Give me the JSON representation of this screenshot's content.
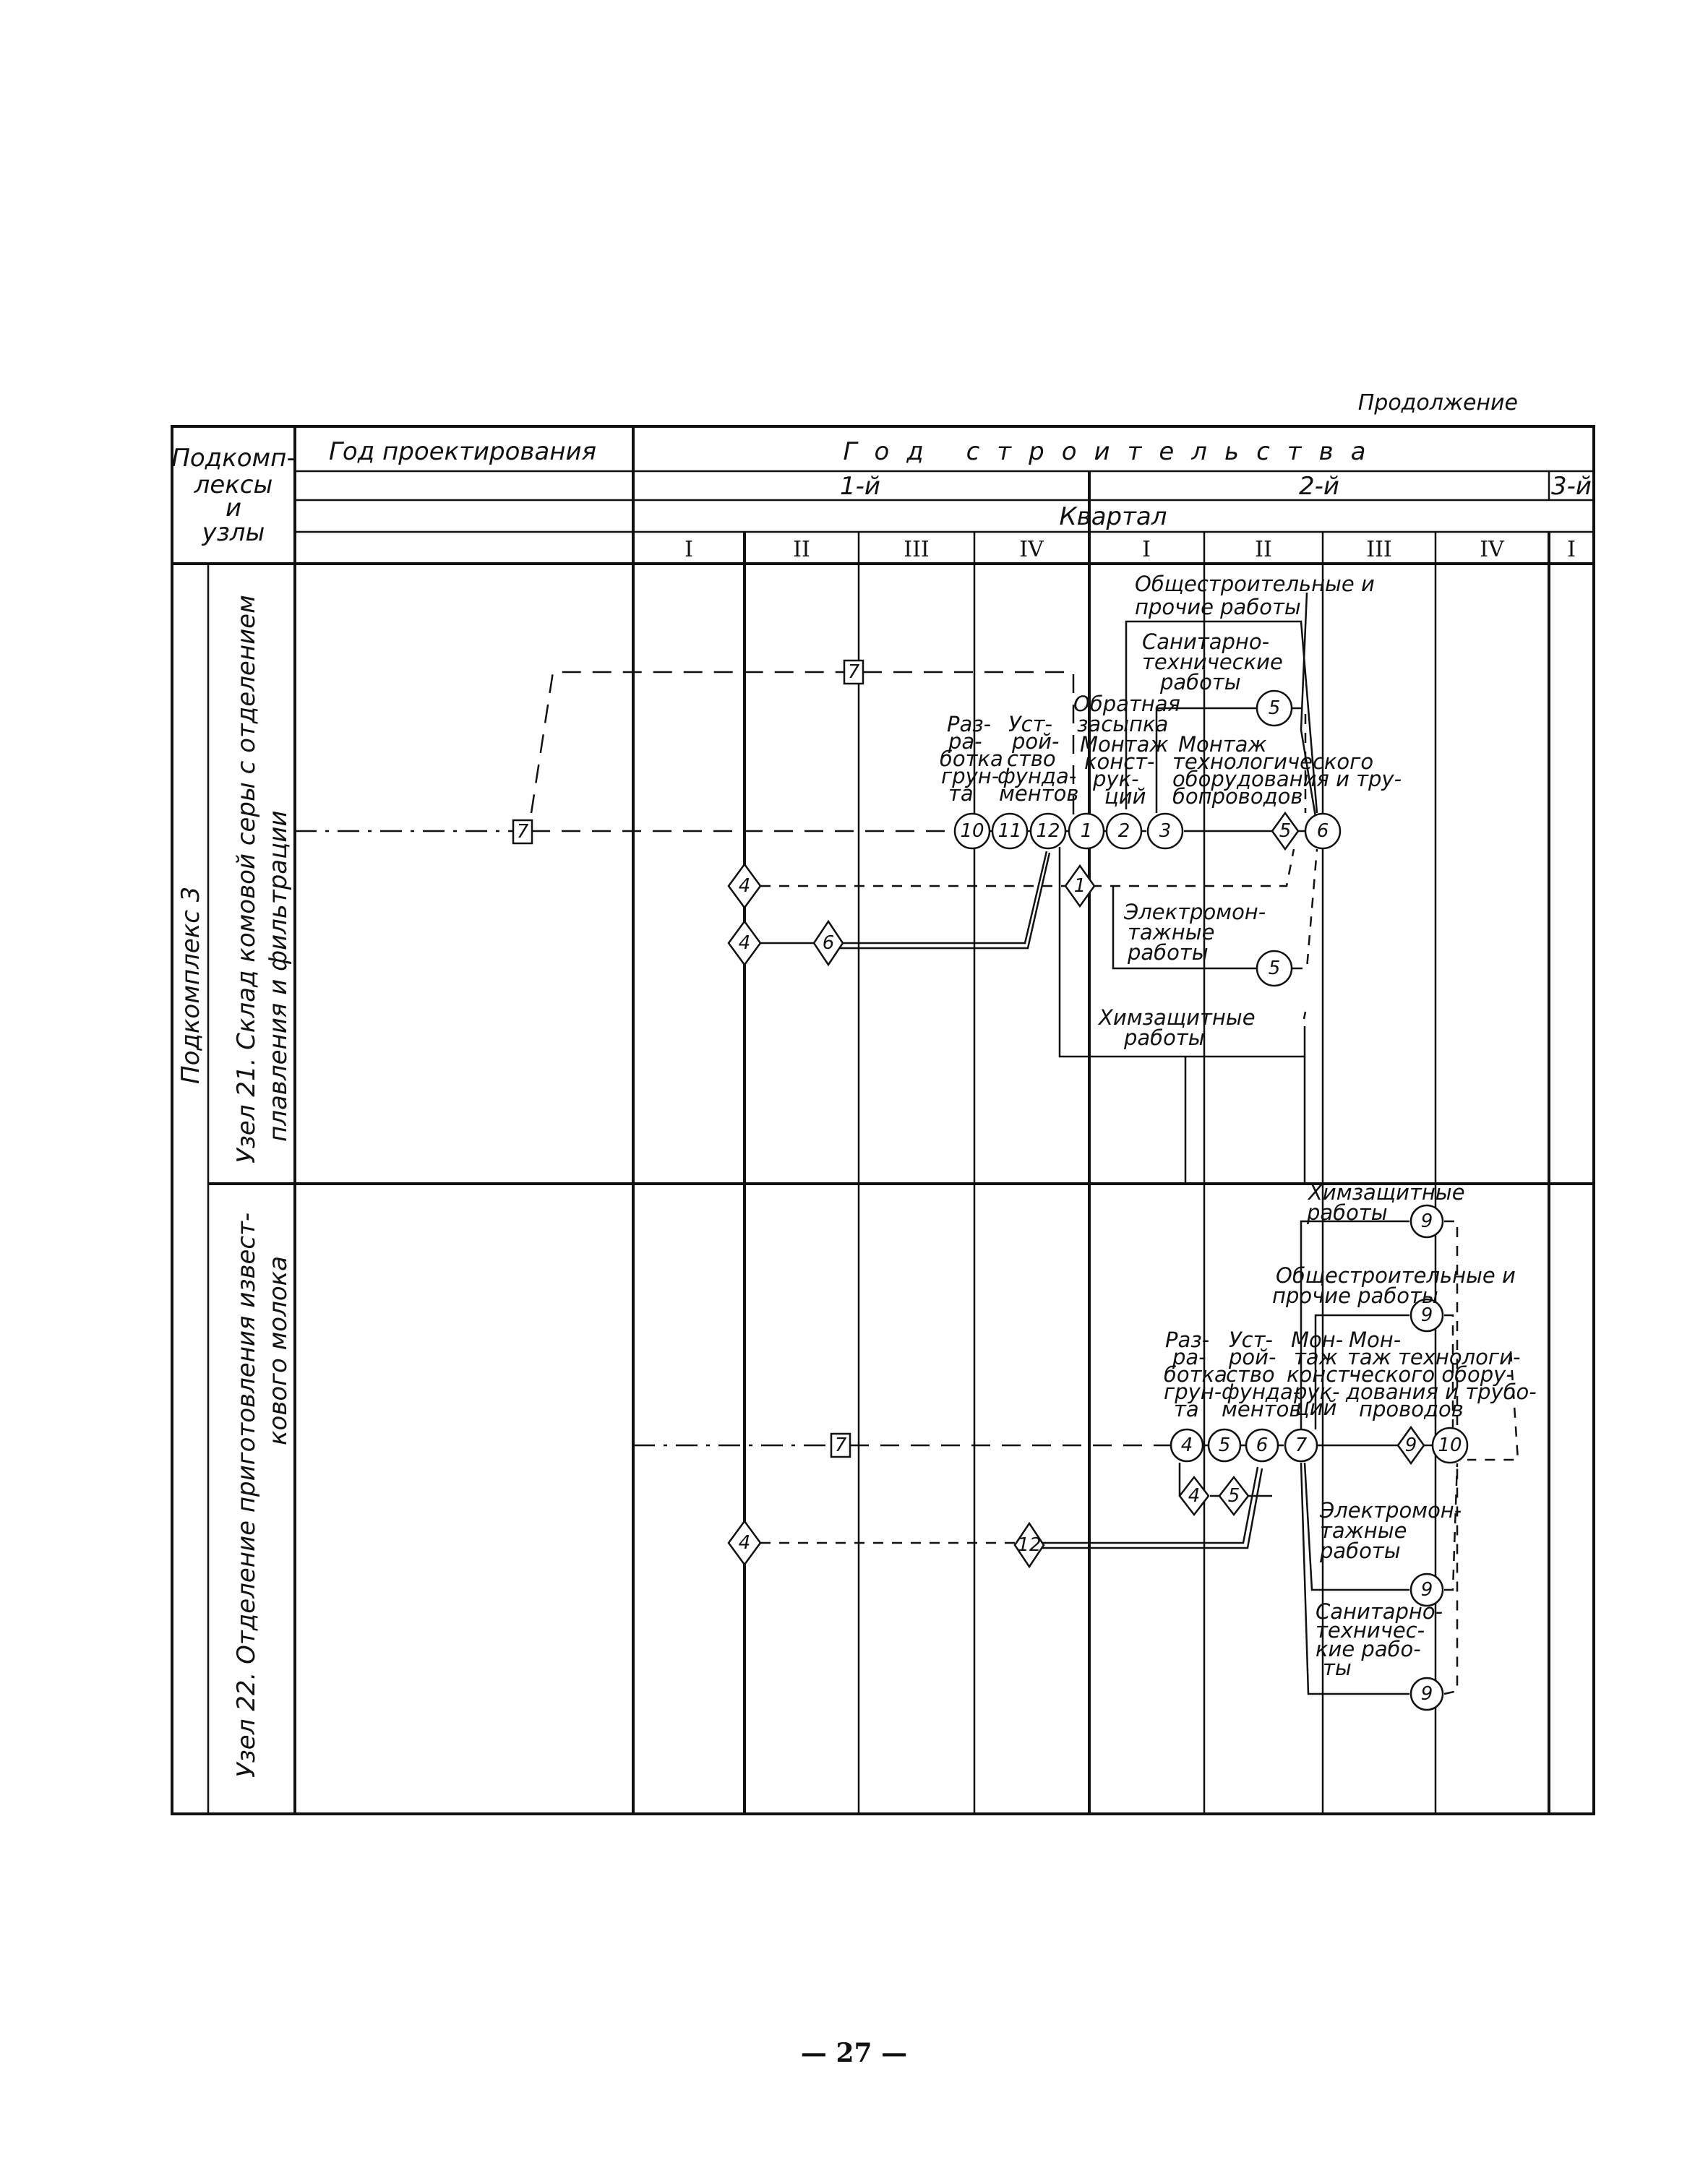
{
  "continuation_note": "Продолжение",
  "page_number": "— 27 —",
  "header": {
    "col_subcomplex": [
      "Подкомп-",
      "лексы",
      "и",
      "узлы"
    ],
    "design_year": "Год проектирования",
    "construction_year": "Год строительства",
    "year_1": "1-й",
    "year_2": "2-й",
    "year_3": "3-й",
    "quarter": "Квартал",
    "quarters": [
      "I",
      "II",
      "III",
      "IV",
      "I",
      "II",
      "III",
      "IV",
      "I"
    ]
  },
  "subcomplex_label": "Подкомплекс 3",
  "unit21": {
    "label_line1": "Узел 21. Склад комовой серы с отделением",
    "label_line2": "плавления и фильтрации",
    "txt_general": [
      "Общестроительные и",
      "прочие работы"
    ],
    "txt_sanitary": [
      "Санитарно-",
      "технические",
      "работы"
    ],
    "txt_backfill": [
      "Обратная",
      "засыпка"
    ],
    "txt_excavation": [
      "Раз-",
      "ра-",
      "ботка",
      "грун-",
      "та"
    ],
    "txt_foundation": [
      "Уст-",
      "рой-",
      "ство",
      "фунда-",
      "ментов"
    ],
    "txt_construct": [
      "Монтаж",
      "конст-",
      "рук-",
      "ций"
    ],
    "txt_equipment": [
      "Монтаж",
      "технологического",
      "оборудования и тру-",
      "бопроводов"
    ],
    "txt_electric": [
      "Электромон-",
      "тажные",
      "работы"
    ],
    "txt_chem": [
      "Химзащитные",
      "работы"
    ],
    "nodes": {
      "sq_top": "7",
      "sq_mid": "7",
      "c10": "10",
      "c11": "11",
      "c12": "12",
      "c1": "1",
      "c2": "2",
      "c3": "3",
      "c5_top": "5",
      "d5": "5",
      "c6": "6",
      "c5_bot": "5",
      "d4a": "4",
      "d4b": "4",
      "d6": "6",
      "d1": "1"
    }
  },
  "unit22": {
    "label_line1": "Узел 22. Отделение приготовления извест-",
    "label_line2": "кового молока",
    "txt_chem": [
      "Химзащитные",
      "работы"
    ],
    "txt_general": [
      "Общестроительные и",
      "прочие работы"
    ],
    "txt_excavation": [
      "Раз-",
      "ра-",
      "ботка",
      "грун-",
      "та"
    ],
    "txt_foundation": [
      "Уст-",
      "рой-",
      "ство",
      "фунда-",
      "ментов"
    ],
    "txt_construct": [
      "Мон-",
      "таж",
      "конст-",
      "рук-",
      "ций"
    ],
    "txt_equipment": [
      "Мон-",
      "таж технологи-",
      "ческого обору-",
      "дования и трубо-",
      "проводов"
    ],
    "txt_electric": [
      "Электромон-",
      "тажные",
      "работы"
    ],
    "txt_sanitary": [
      "Санитарно-",
      "техничес-",
      "кие рабо-",
      "ты"
    ],
    "nodes": {
      "sq7": "7",
      "c4": "4",
      "c5": "5",
      "c6": "6",
      "c7": "7",
      "d4": "4",
      "d5": "5",
      "d9": "9",
      "c10": "10",
      "c9_chem": "9",
      "c9_gen": "9",
      "c9_el": "9",
      "c9_san": "9",
      "d4_low": "4",
      "d12": "12"
    }
  }
}
